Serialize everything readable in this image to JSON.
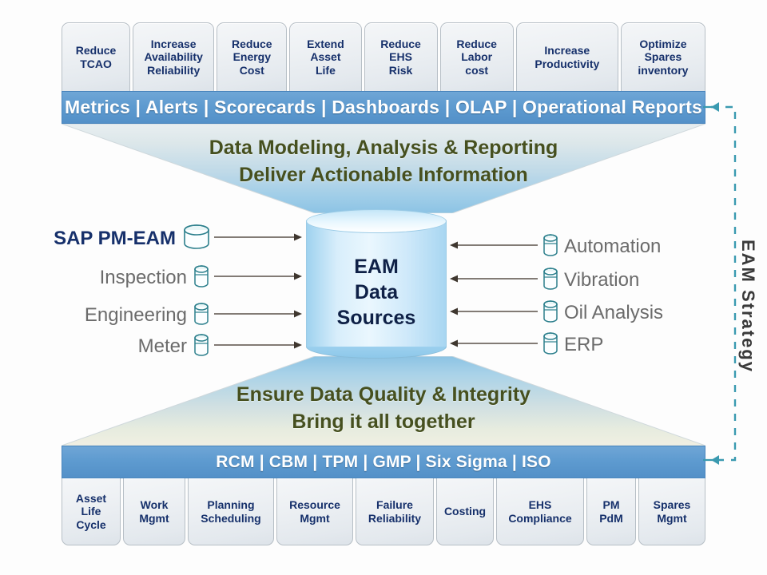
{
  "diagram": {
    "title": "EAM Data Architecture",
    "colors": {
      "band_blue": "#5e9bd0",
      "funnel_text": "#46501f",
      "box_text": "#16306b",
      "cylinder_fill": "#d8eefb",
      "accent_teal": "#2c7f8c",
      "strategy_dash": "#3a9ab0"
    }
  },
  "top_boxes": [
    {
      "label": "Reduce\nTCAO"
    },
    {
      "label": "Increase\nAvailability\nReliability"
    },
    {
      "label": "Reduce\nEnergy\nCost"
    },
    {
      "label": "Extend\nAsset\nLife"
    },
    {
      "label": "Reduce\nEHS\nRisk"
    },
    {
      "label": "Reduce\nLabor\ncost"
    },
    {
      "label": "Increase\nProductivity"
    },
    {
      "label": "Optimize\nSpares\ninventory"
    }
  ],
  "top_band": {
    "text": "Metrics | Alerts | Scorecards | Dashboards | OLAP | Operational Reports"
  },
  "upper_funnel": {
    "line1": "Data Modeling, Analysis & Reporting",
    "line2": "Deliver Actionable Information"
  },
  "center": {
    "line1": "EAM",
    "line2": "Data",
    "line3": "Sources"
  },
  "left_sources": [
    {
      "label": "SAP PM-EAM",
      "icon": "database-cylinder-icon",
      "emphasis": true
    },
    {
      "label": "Inspection",
      "icon": "database-cylinder-icon",
      "emphasis": false
    },
    {
      "label": "Engineering",
      "icon": "database-cylinder-icon",
      "emphasis": false
    },
    {
      "label": "Meter",
      "icon": "database-cylinder-icon",
      "emphasis": false
    }
  ],
  "right_sources": [
    {
      "label": "Automation",
      "icon": "database-cylinder-icon"
    },
    {
      "label": "Vibration",
      "icon": "database-cylinder-icon"
    },
    {
      "label": "Oil Analysis",
      "icon": "database-cylinder-icon"
    },
    {
      "label": "ERP",
      "icon": "database-cylinder-icon"
    }
  ],
  "lower_funnel": {
    "line1": "Ensure Data Quality & Integrity",
    "line2": "Bring it all  together"
  },
  "bottom_band": {
    "text": "RCM | CBM | TPM | GMP | Six Sigma | ISO"
  },
  "bottom_boxes": [
    {
      "label": "Asset\nLife\nCycle"
    },
    {
      "label": "Work\nMgmt"
    },
    {
      "label": "Planning\nScheduling"
    },
    {
      "label": "Resource\nMgmt"
    },
    {
      "label": "Failure\nReliability"
    },
    {
      "label": "Costing"
    },
    {
      "label": "EHS\nCompliance"
    },
    {
      "label": "PM\nPdM"
    },
    {
      "label": "Spares\nMgmt"
    }
  ],
  "strategy": {
    "label": "EAM Strategy"
  }
}
